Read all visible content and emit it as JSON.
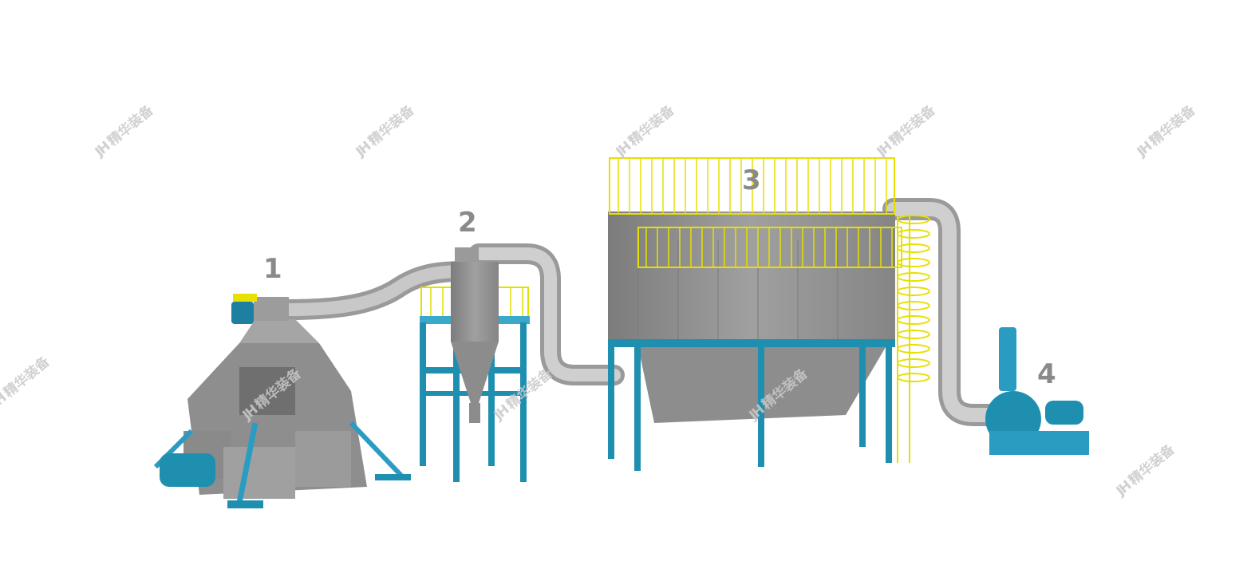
{
  "labels": {
    "mill": "1",
    "cyclone": "2",
    "dust_collector": "3",
    "fan": "4"
  },
  "watermark": {
    "logo": "JH",
    "text": "精华装备"
  },
  "colors": {
    "steel": "#8f8f8f",
    "frame": "#1f8fb0",
    "railing": "#e0e000",
    "pipe": "#b8b8b8"
  }
}
